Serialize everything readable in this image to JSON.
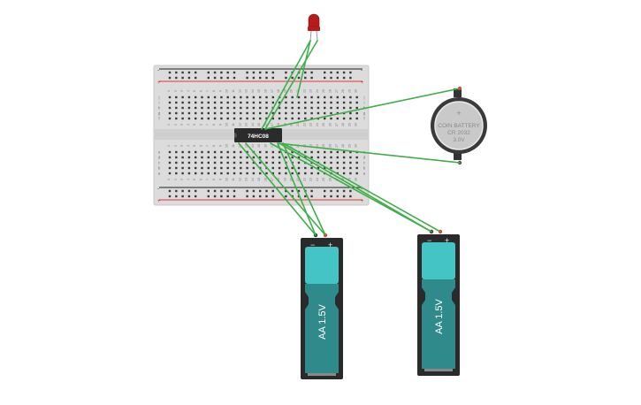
{
  "breadboard": {
    "column_numbers": [
      "1",
      "2",
      "3",
      "4",
      "5",
      "6",
      "7",
      "8",
      "9",
      "10",
      "11",
      "12",
      "13",
      "14",
      "15",
      "16",
      "17",
      "18",
      "19",
      "20",
      "21",
      "22",
      "23",
      "24",
      "25",
      "26",
      "27",
      "28",
      "29",
      "30"
    ],
    "top_row_letters": [
      "j",
      "i",
      "h",
      "g",
      "f"
    ],
    "bottom_row_letters": [
      "e",
      "d",
      "c",
      "b",
      "a"
    ],
    "rail_plus": "+",
    "rail_minus": "-"
  },
  "chip": {
    "label": "74HC08"
  },
  "led": {
    "color": "#b71c1c"
  },
  "coin_battery": {
    "line1": "COIN BATTERY",
    "line2": "CR 2032",
    "line3": "3.0V",
    "plus_sign": "+"
  },
  "aa_batteries": [
    {
      "label": "AA 1.5V",
      "minus": "−",
      "plus": "+"
    },
    {
      "label": "AA 1.5V",
      "minus": "−",
      "plus": "+"
    }
  ],
  "colors": {
    "wire": "#3fae49",
    "rail_red": "#e53935",
    "battery_teal": "#44c4c4",
    "battery_dark_teal": "#2f8a8c"
  }
}
